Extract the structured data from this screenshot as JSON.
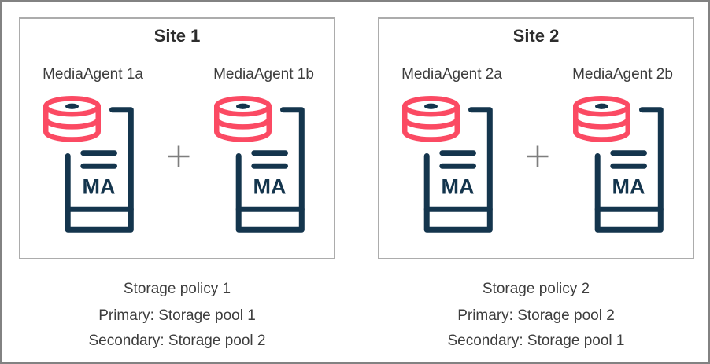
{
  "colors": {
    "disk_pink": "#fb4a63",
    "server_navy": "#14354d",
    "outer_border": "#828282",
    "box_border": "#acacac",
    "title_text": "#2d2d2d",
    "body_text": "#3d3d3d",
    "plus_gray": "#7e7e7e"
  },
  "icons": {
    "disk": "disk-stack-icon",
    "server": "server-tower-icon",
    "plus": "plus-icon"
  },
  "sites": [
    {
      "title": "Site 1",
      "agents": [
        {
          "label": "MediaAgent 1a",
          "badge": "MA"
        },
        {
          "label": "MediaAgent 1b",
          "badge": "MA"
        }
      ],
      "policy": "Storage policy 1",
      "primary": "Primary: Storage pool 1",
      "secondary": "Secondary: Storage pool 2"
    },
    {
      "title": "Site 2",
      "agents": [
        {
          "label": "MediaAgent 2a",
          "badge": "MA"
        },
        {
          "label": "MediaAgent 2b",
          "badge": "MA"
        }
      ],
      "policy": "Storage policy 2",
      "primary": "Primary: Storage pool 2",
      "secondary": "Secondary: Storage pool 1"
    }
  ]
}
